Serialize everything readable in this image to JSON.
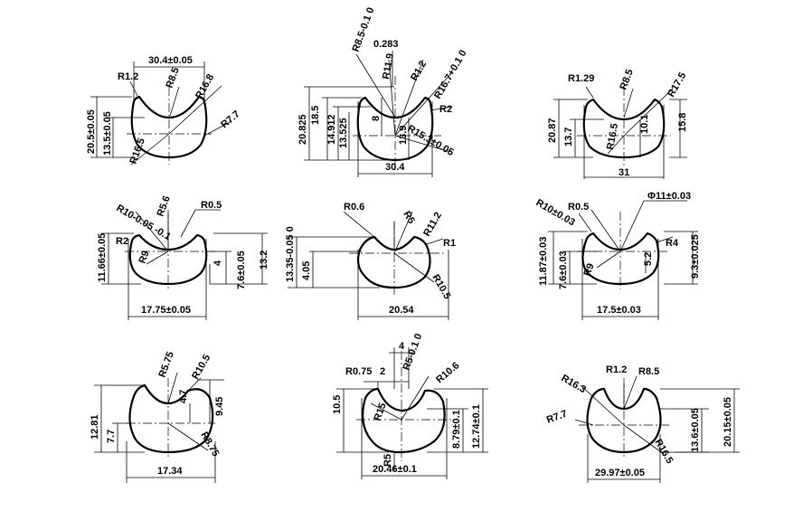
{
  "drawing_sheet": {
    "profiles": [
      {
        "id": "p1",
        "labels": [
          "30.4±0.05",
          "R1.2",
          "R8.5",
          "R16.8",
          "20.5±0.05",
          "13.5±0.05",
          "R16.5",
          "R7.7"
        ]
      },
      {
        "id": "p2",
        "labels": [
          "0.283",
          "R8.5-0.1 0",
          "R11.9",
          "R1.2",
          "R16.7+0.1 0",
          "18.5",
          "20.825",
          "14.912",
          "13.525",
          "8",
          "R2",
          "13.9",
          "R15.3±0.05",
          "30.4"
        ]
      },
      {
        "id": "p3",
        "labels": [
          "R1.29",
          "R8.5",
          "R17.5",
          "20.87",
          "13.7",
          "R16.5",
          "10.1",
          "15.8",
          "31"
        ]
      },
      {
        "id": "p4",
        "labels": [
          "R10-0.05 -0.1",
          "R5.6",
          "R0.5",
          "R2",
          "11.66±0.05",
          "R9",
          "4",
          "7.6±0.05",
          "13.2",
          "17.75±0.05"
        ]
      },
      {
        "id": "p5",
        "labels": [
          "R0.6",
          "R5",
          "R11.2",
          "R1",
          "13.35-0.05 0",
          "4.05",
          "R10.5",
          "20.54"
        ]
      },
      {
        "id": "p6",
        "labels": [
          "R10±0.03",
          "R0.5",
          "Φ11±0.03",
          "11.87±0.03",
          "7.6±0.03",
          "R9",
          "R4",
          "5.2",
          "9.3±0.025",
          "17.5±0.03"
        ]
      },
      {
        "id": "p7",
        "labels": [
          "R5.75",
          "R10.5",
          "12.81",
          "4.7",
          "9.45",
          "7.7",
          "R8.75",
          "17.34"
        ]
      },
      {
        "id": "p8",
        "labels": [
          "4",
          "R5-0.1 0",
          "R0.75",
          "2",
          "R10.6",
          "10.5",
          "R15",
          "8.79±0.1",
          "12.74±0.1",
          "R5",
          "20.46±0.1"
        ]
      },
      {
        "id": "p9",
        "labels": [
          "R1.2",
          "R8.5",
          "R16.3",
          "R7.7",
          "13.6±0.05",
          "20.15±0.05",
          "R16.5",
          "29.97±0.05"
        ]
      }
    ]
  }
}
